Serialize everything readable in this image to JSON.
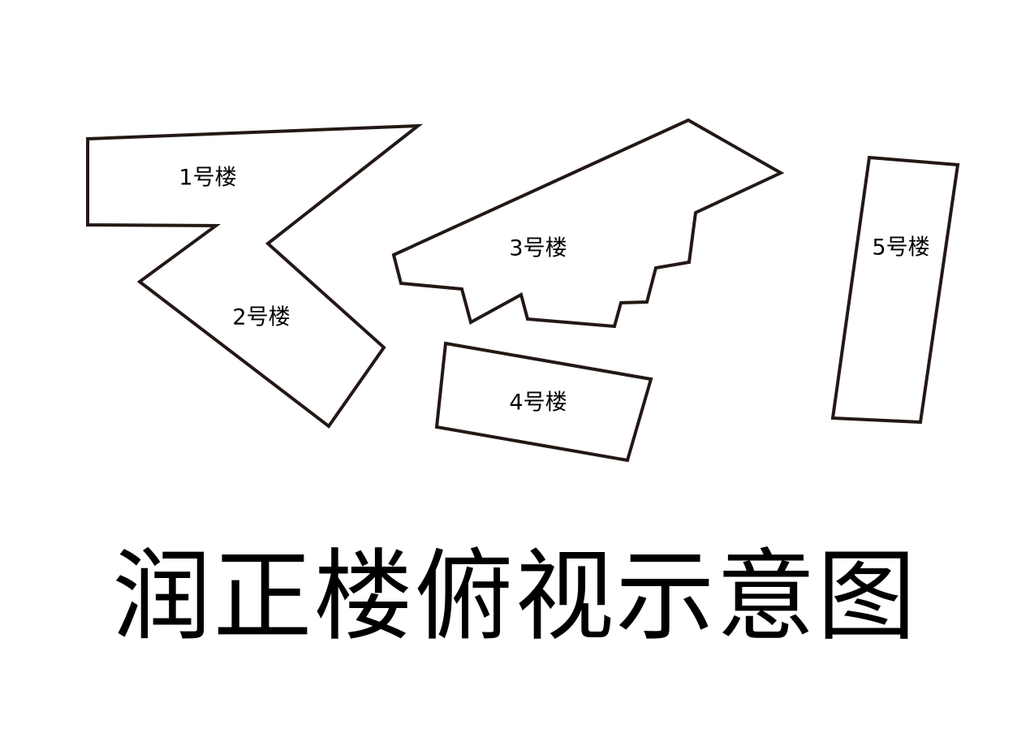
{
  "title": "润正楼俯视示意图",
  "buildings": [
    {
      "id": "1",
      "label": "1号楼"
    },
    {
      "id": "2",
      "label": "2号楼"
    },
    {
      "id": "3",
      "label": "3号楼"
    },
    {
      "id": "4",
      "label": "4号楼"
    },
    {
      "id": "5",
      "label": "5号楼"
    }
  ],
  "colors": {
    "outline": "#231815",
    "text": "#000000",
    "background": "#ffffff"
  }
}
